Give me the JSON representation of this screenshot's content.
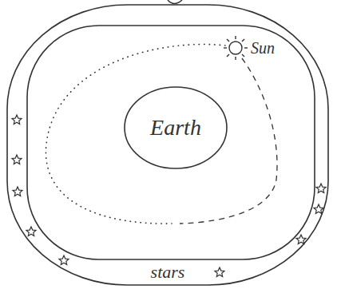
{
  "diagram": {
    "nodes": [
      {
        "text": [
          "stars"
        ]
      },
      {
        "text": [
          "Earth"
        ],
        "in": 0
      }
    ],
    "labels": [
      "Sun"
    ]
  }
}
